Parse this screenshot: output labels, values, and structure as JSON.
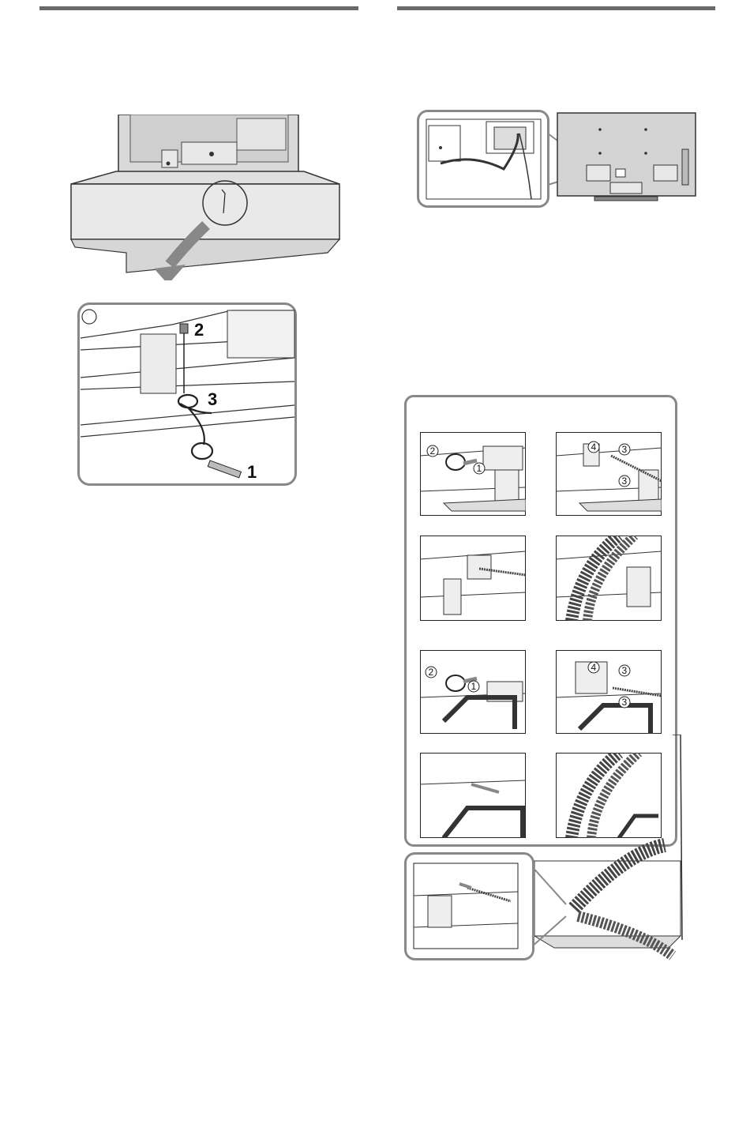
{
  "left_figure": {
    "callouts": [
      "1",
      "2",
      "3"
    ]
  },
  "right_figure": {
    "steps_row1": [
      "1",
      "2",
      "3",
      "4"
    ],
    "steps_row3": [
      "1",
      "2",
      "3",
      "4"
    ]
  }
}
